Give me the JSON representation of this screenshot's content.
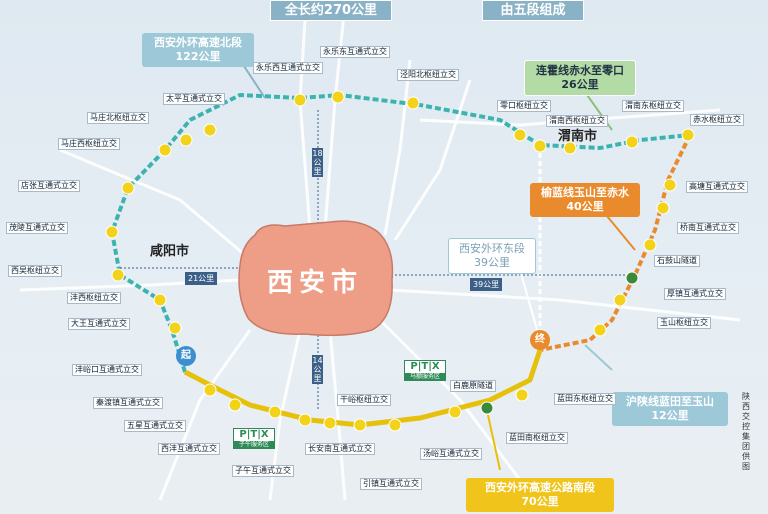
{
  "header": {
    "total_length": "全长约270公里",
    "segments": "由五段组成"
  },
  "cities": {
    "center": "西安市",
    "xianyang": "咸阳市",
    "weinan": "渭南市"
  },
  "segments": {
    "north": {
      "name": "西安外环高速北段",
      "length": "122公里"
    },
    "lantian_chishui_zero": {
      "name": "连霍线赤水至零口",
      "length": "26公里"
    },
    "yulan_yushan_chishui": {
      "name": "榆蓝线玉山至赤水",
      "length": "40公里"
    },
    "east": {
      "name": "西安外环东段",
      "length": "39公里"
    },
    "hu_shan_yushan": {
      "name": "沪陕线蓝田至玉山",
      "length": "12公里"
    },
    "south": {
      "name": "西安外环高速公路南段",
      "length": "70公里"
    }
  },
  "distances": {
    "north_link": "18公里",
    "west_link": "21公里",
    "east_link": "39公里",
    "south_link": "14公里"
  },
  "markers": {
    "start": "起",
    "end": "终"
  },
  "service_areas": [
    {
      "code": "P|T|X",
      "name": "子午服务区"
    },
    {
      "code": "P|T|X",
      "name": "马额服务区"
    }
  ],
  "interchanges": [
    "永乐东互通式立交",
    "永乐西互通式立交",
    "泾阳北枢纽立交",
    "太平互通式立交",
    "马庄北枢纽立交",
    "马庄西枢纽立交",
    "店张互通式立交",
    "茂陵互通式立交",
    "西吴枢纽立交",
    "沣西枢纽立交",
    "大王互通式立交",
    "秦渡镇互通式立交",
    "五星互通式立交",
    "西沣互通式立交",
    "子午互通式立交",
    "长安南互通式立交",
    "干峪枢纽立交",
    "沣峪口互通式立交",
    "引镇互通式立交",
    "汤峪互通式立交",
    "白鹿原隧道",
    "蓝田东枢纽立交",
    "蓝田南枢纽立交",
    "玉山枢纽立交",
    "厚镇互通式立交",
    "石鼓山隧道",
    "桥南互通式立交",
    "高塘互通式立交",
    "赤水枢纽立交",
    "渭南东枢纽立交",
    "渭南西枢纽立交",
    "零口枢纽立交"
  ],
  "credit": "陕西交控集团供图",
  "colors": {
    "north_ring": "#3bb4b0",
    "south_ring": "#e6c10b",
    "east_segment": "#e98b2c",
    "city_fill": "#ee9e87",
    "callout_blue": "#9cc8d8",
    "callout_green": "#b3dba6"
  }
}
